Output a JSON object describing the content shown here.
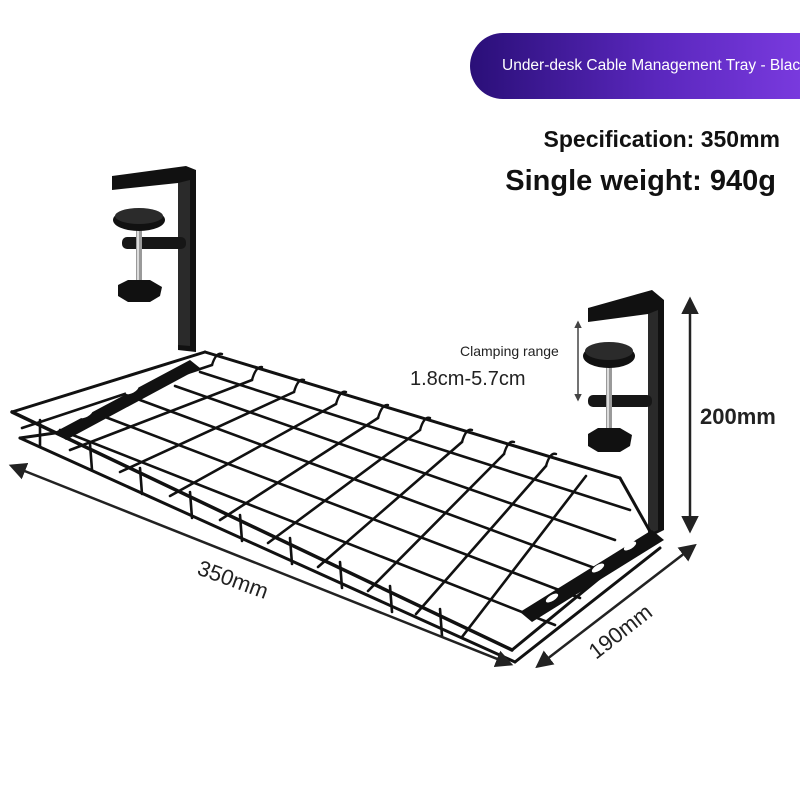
{
  "banner": {
    "title": "Under-desk Cable Management Tray - Black"
  },
  "specs": {
    "specification": "Specification: 350mm",
    "weight": "Single weight: 940g"
  },
  "annotations": {
    "clamping_label": "Clamping range",
    "clamping_value": "1.8cm-5.7cm",
    "height": "200mm",
    "length": "350mm",
    "depth": "190mm"
  },
  "colors": {
    "banner_start": "#2a0f78",
    "banner_end": "#7b3be0",
    "product": "#111111"
  }
}
